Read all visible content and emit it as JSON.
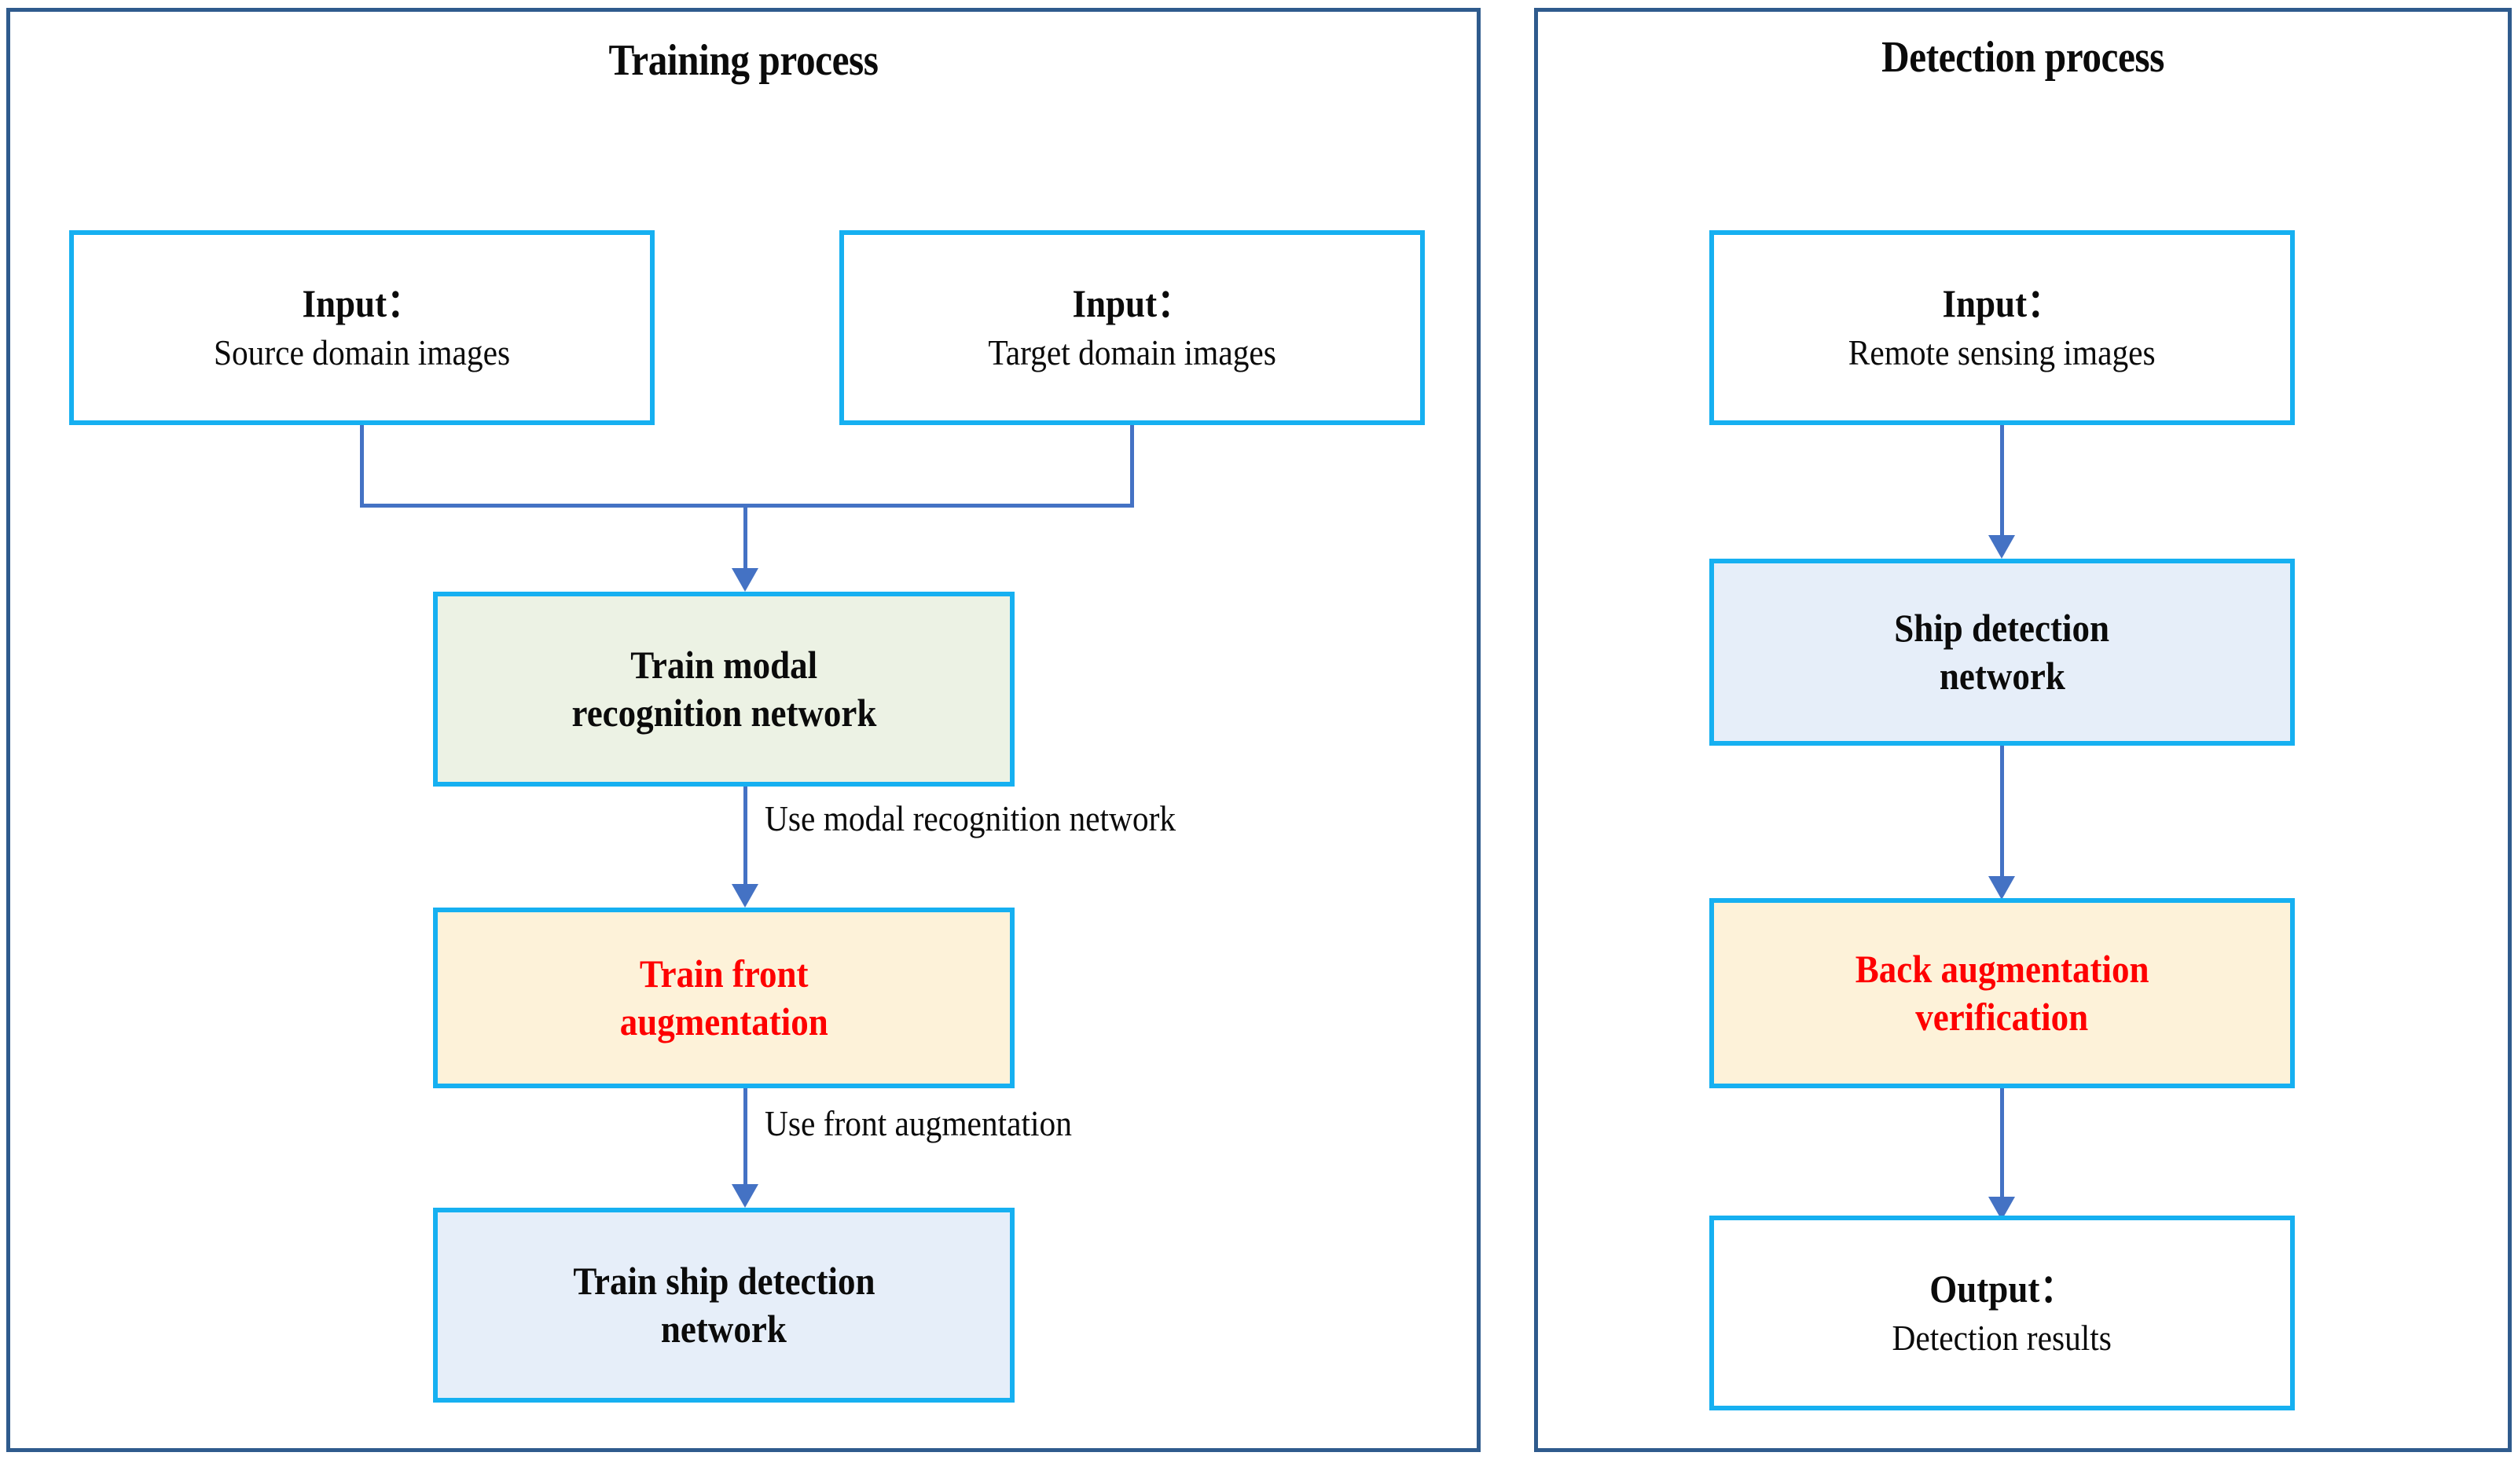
{
  "diagram": {
    "title_left": "Training process",
    "title_right": "Detection process",
    "colors": {
      "panel_border": "#2f5b8d",
      "node_border": "#16b0f1",
      "arrow": "#4472c4",
      "fill_green": "#ecf2e4",
      "fill_cream": "#fdf2d9",
      "fill_blue": "#e6eef9",
      "highlight_text": "#fe0000",
      "text": "#0b0b0b"
    }
  },
  "training": {
    "title": "Training process",
    "nodes": {
      "input_source": {
        "heading": "Input：",
        "subtext": "Source domain images"
      },
      "input_target": {
        "heading": "Input：",
        "subtext": "Target domain images"
      },
      "train_modal": {
        "line1": "Train modal",
        "line2": "recognition network"
      },
      "train_front": {
        "line1": "Train front",
        "line2": "augmentation"
      },
      "train_ship": {
        "line1": "Train ship detection",
        "line2": "network"
      }
    },
    "edges": {
      "use_modal": "Use modal recognition network",
      "use_front": "Use front augmentation"
    }
  },
  "detection": {
    "title": "Detection process",
    "nodes": {
      "input_remote": {
        "heading": "Input：",
        "subtext": "Remote sensing images"
      },
      "ship_detection": {
        "line1": "Ship detection",
        "line2": "network"
      },
      "back_augmentation": {
        "line1": "Back augmentation",
        "line2": "verification"
      },
      "output_results": {
        "heading": "Output：",
        "subtext": "Detection results"
      }
    }
  }
}
